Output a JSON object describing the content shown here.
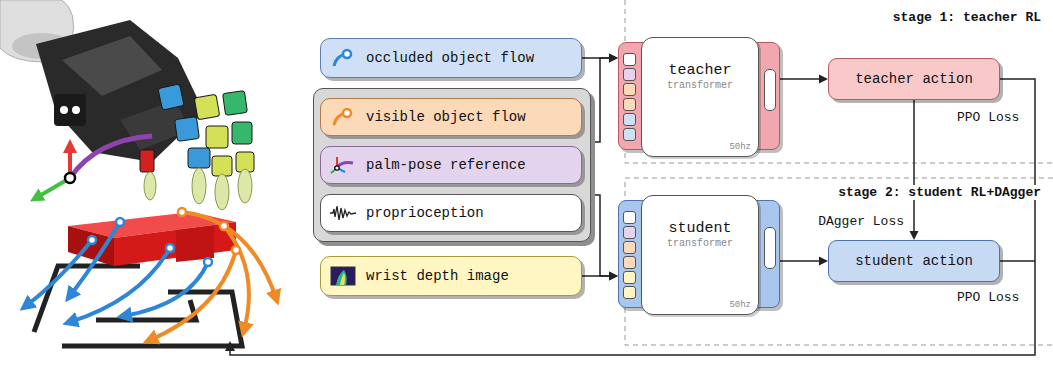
{
  "diagram": {
    "nodes": [
      {
        "text": [
          "occluded object flow"
        ]
      },
      {
        "text": []
      },
      {
        "text": [
          "visible object flow"
        ],
        "in": 1
      },
      {
        "text": [
          "palm-pose reference"
        ],
        "in": 1
      },
      {
        "text": [
          "proprioception"
        ],
        "in": 1
      },
      {
        "text": [
          "wrist depth image"
        ]
      },
      {
        "text": [
          "teacher",
          "transformer",
          "50hz"
        ]
      },
      {
        "text": [
          "teacher action"
        ]
      },
      {
        "text": [
          "student",
          "transformer",
          "50hz"
        ]
      },
      {
        "text": [
          "student action"
        ]
      }
    ],
    "edges": [
      {
        "from": 0,
        "to": 6,
        "arrow": "to"
      },
      {
        "from": 1,
        "to": 6,
        "arrow": "to"
      },
      {
        "from": 1,
        "to": 8,
        "arrow": "to"
      },
      {
        "from": 5,
        "to": 8,
        "arrow": "to"
      },
      {
        "from": 6,
        "to": 7,
        "arrow": "to"
      },
      {
        "from": 8,
        "to": 9,
        "arrow": "to"
      },
      {
        "from": 7,
        "to": 9,
        "label": "DAgger Loss",
        "arrow": "to"
      }
    ],
    "labels": [
      "stage 1: teacher RL",
      "stage 2: student RL+DAgger",
      "PPO Loss",
      "PPO Loss"
    ]
  }
}
